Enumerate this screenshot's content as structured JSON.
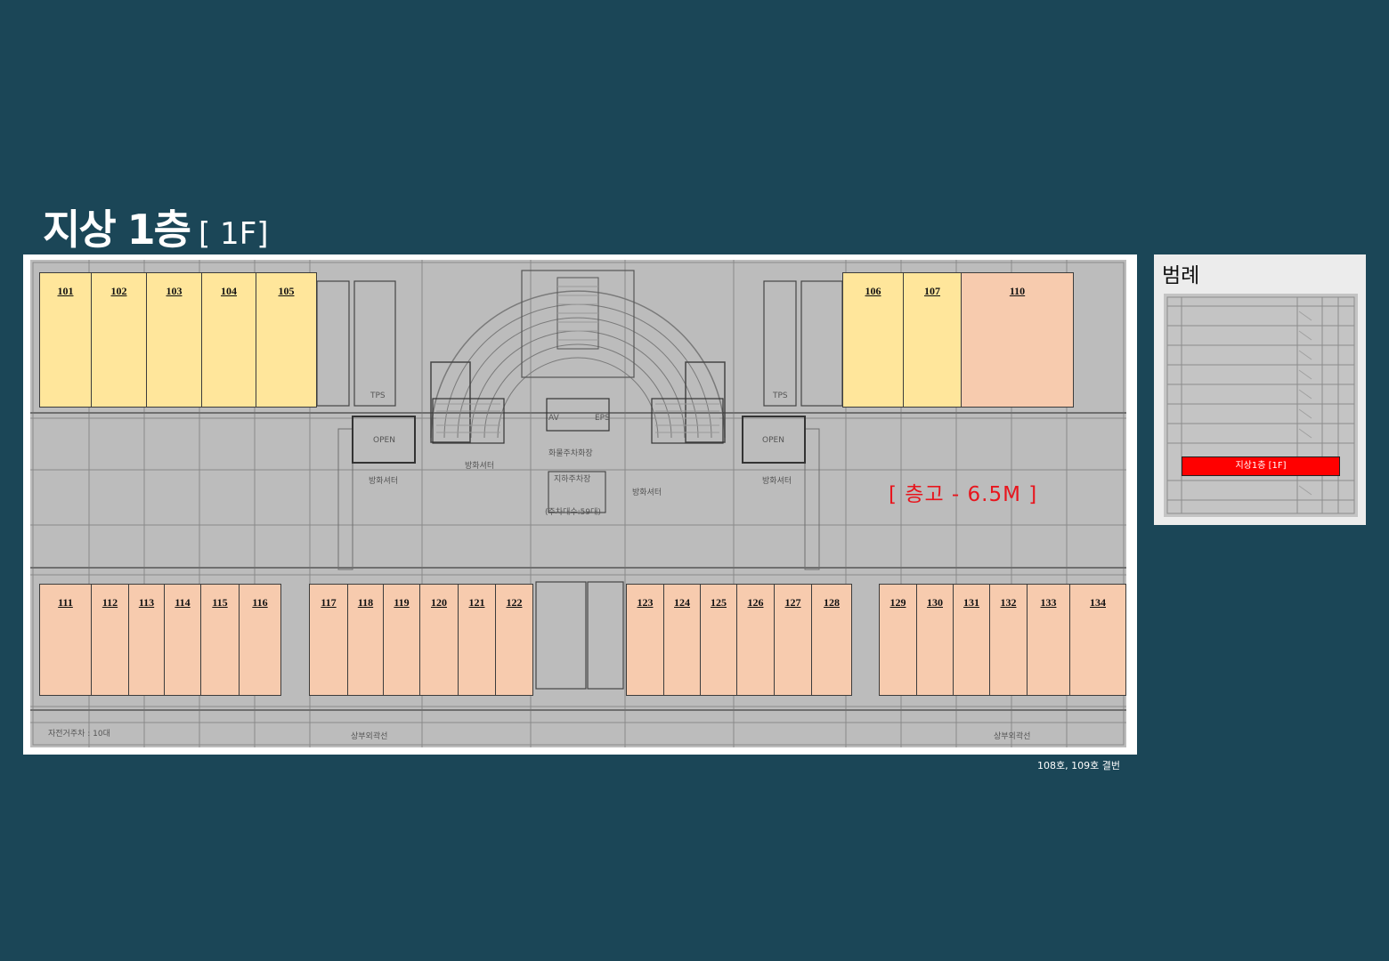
{
  "title": {
    "main": "지상 1층",
    "sub": "[ 1F]"
  },
  "floor_height_note": "[ 층고 - 6.5M ]",
  "footnote": "108호, 109호 결번",
  "legend": {
    "title": "범례",
    "highlight_label": "지상1층 [1F]"
  },
  "colors": {
    "background": "#1b4657",
    "yellow_unit": "#ffe69b",
    "peach_unit": "#f7cbae",
    "highlight": "#ff0000",
    "height_note": "#e8151d"
  },
  "plan_labels": {
    "open_left": "OPEN",
    "open_right": "OPEN",
    "fire_shutter_1": "방화셔터",
    "fire_shutter_2": "방화셔터",
    "fire_shutter_3": "방화셔터",
    "fire_shutter_4": "방화셔터",
    "parking_box_title": "지하주차장",
    "parking_box_note": "(주차대수:59대)",
    "plaza": "화물주차화장",
    "av": "AV",
    "eps": "EPS",
    "tps_left": "TPS",
    "tps_right": "TPS",
    "bike": "자전거주차 : 10대",
    "upper_left": "상부외곽선",
    "upper_right": "상부외곽선"
  },
  "units_top": [
    {
      "no": "101",
      "color": "yellow"
    },
    {
      "no": "102",
      "color": "yellow"
    },
    {
      "no": "103",
      "color": "yellow"
    },
    {
      "no": "104",
      "color": "yellow"
    },
    {
      "no": "105",
      "color": "yellow"
    },
    {
      "no": "106",
      "color": "yellow"
    },
    {
      "no": "107",
      "color": "yellow"
    },
    {
      "no": "110",
      "color": "peach"
    }
  ],
  "units_bottom": [
    {
      "no": "111"
    },
    {
      "no": "112"
    },
    {
      "no": "113"
    },
    {
      "no": "114"
    },
    {
      "no": "115"
    },
    {
      "no": "116"
    },
    {
      "no": "117"
    },
    {
      "no": "118"
    },
    {
      "no": "119"
    },
    {
      "no": "120"
    },
    {
      "no": "121"
    },
    {
      "no": "122"
    },
    {
      "no": "123"
    },
    {
      "no": "124"
    },
    {
      "no": "125"
    },
    {
      "no": "126"
    },
    {
      "no": "127"
    },
    {
      "no": "128"
    },
    {
      "no": "129"
    },
    {
      "no": "130"
    },
    {
      "no": "131"
    },
    {
      "no": "132"
    },
    {
      "no": "133"
    },
    {
      "no": "134"
    }
  ]
}
